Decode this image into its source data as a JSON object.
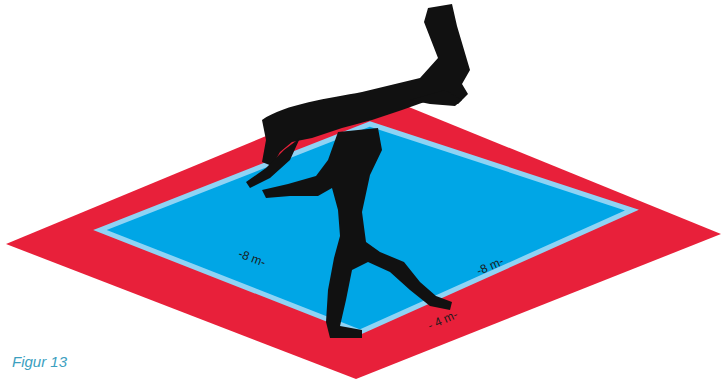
{
  "diagram": {
    "caption": "Figur 13",
    "labels": [
      "-8 m-",
      "-8 m-",
      "- 4 m-"
    ]
  }
}
